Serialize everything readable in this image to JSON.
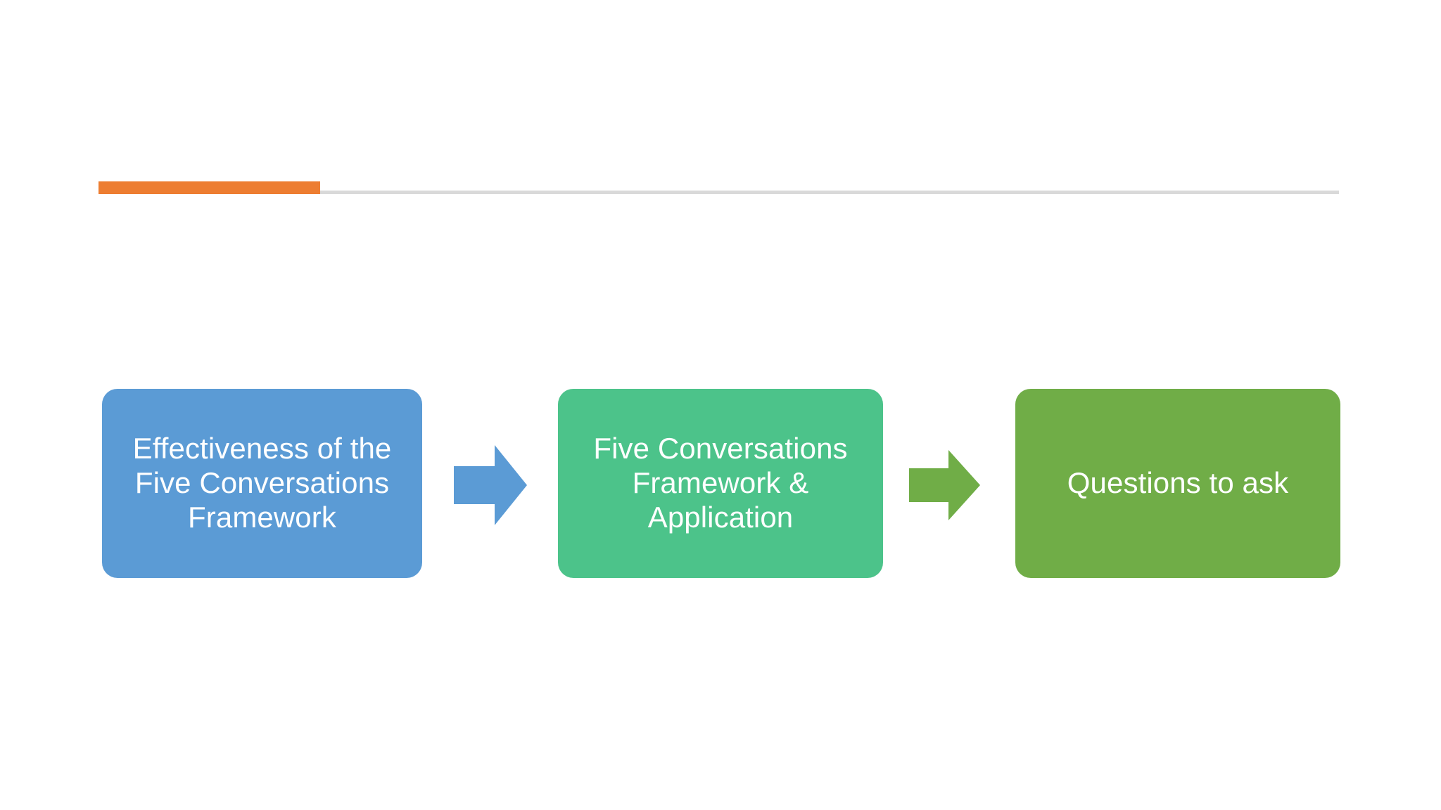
{
  "slide": {
    "background_color": "#FFFFFF",
    "title": "",
    "header_rule": {
      "accent_color": "#ED7D31",
      "line_color": "#D9D9D9"
    }
  },
  "diagram": {
    "type": "process-chain",
    "direction": "left-to-right",
    "nodes": [
      {
        "id": "node-1",
        "label": "Effectiveness of the Five Conversations Framework",
        "color": "#5B9BD5",
        "text_color": "#FFFFFF"
      },
      {
        "id": "node-2",
        "label": "Five Conversations Framework & Application",
        "color": "#4CC38A",
        "text_color": "#FFFFFF"
      },
      {
        "id": "node-3",
        "label": "Questions to ask",
        "color": "#70AD47",
        "text_color": "#FFFFFF"
      }
    ],
    "connectors": [
      {
        "id": "arrow-1",
        "icon": "right-block-arrow-icon",
        "from": "node-1",
        "to": "node-2",
        "color": "#5B9BD5"
      },
      {
        "id": "arrow-2",
        "icon": "right-block-arrow-icon",
        "from": "node-2",
        "to": "node-3",
        "color": "#70AD47"
      }
    ]
  }
}
